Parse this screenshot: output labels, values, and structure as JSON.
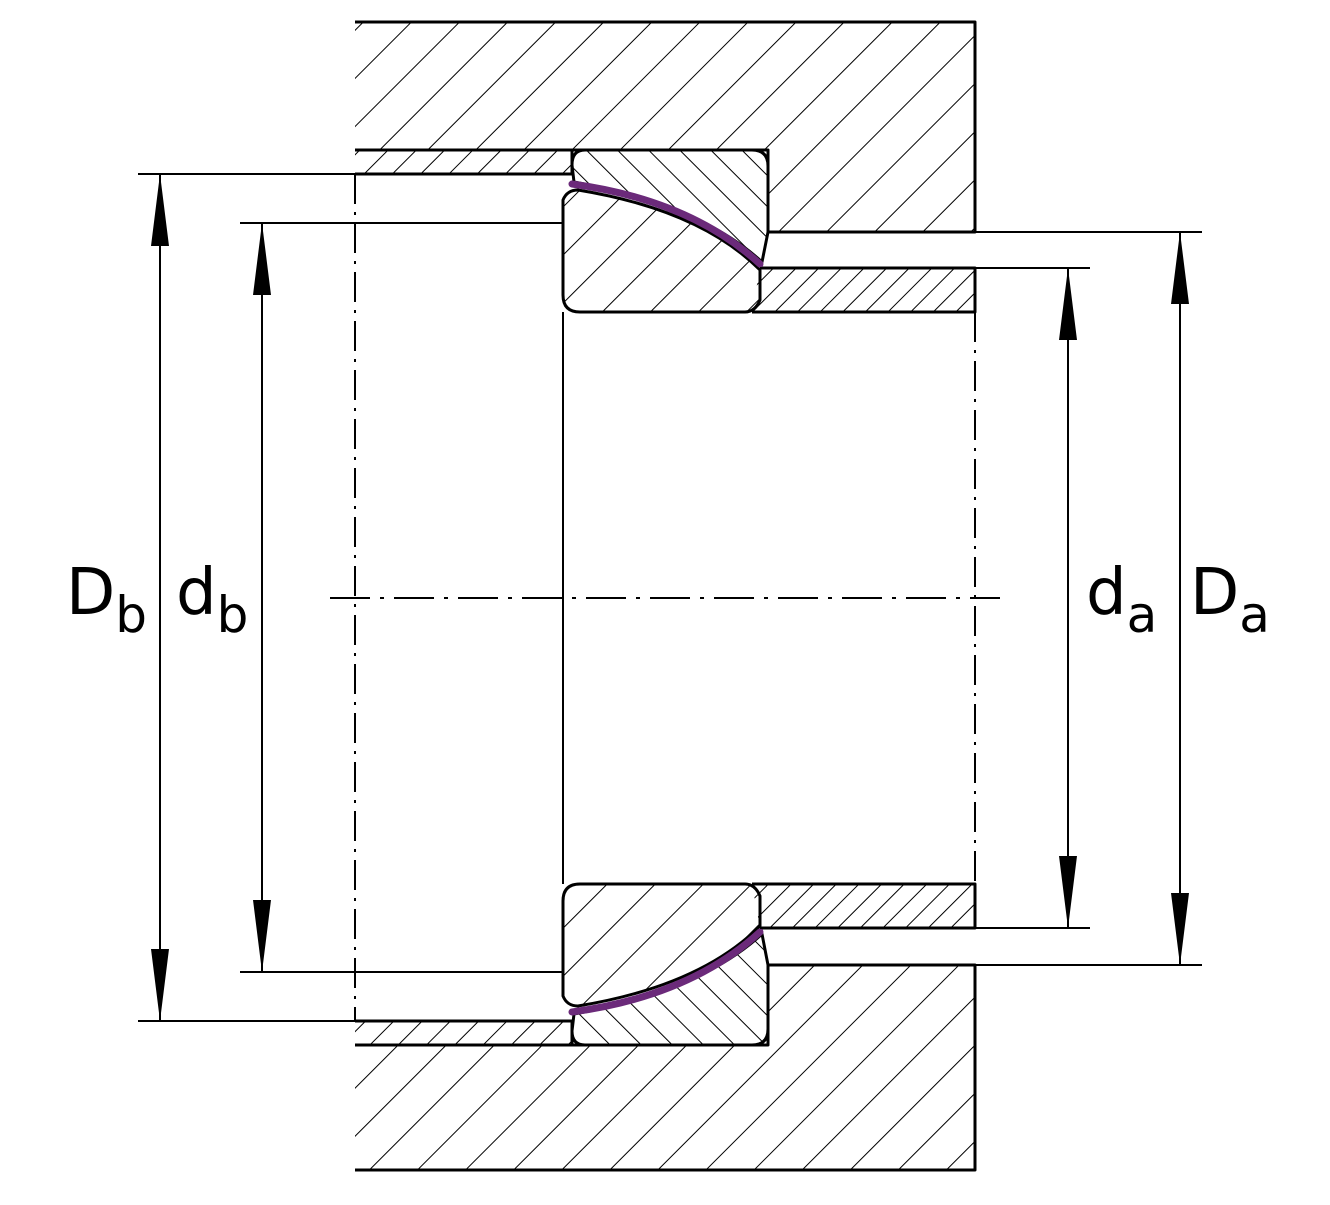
{
  "labels": {
    "Db": {
      "main": "D",
      "sub": "b"
    },
    "db": {
      "main": "d",
      "sub": "b"
    },
    "da": {
      "main": "d",
      "sub": "a"
    },
    "Da": {
      "main": "D",
      "sub": "a"
    }
  },
  "colors": {
    "line": "#000000",
    "sliding_layer": "#6b2a7a",
    "background": "#ffffff"
  }
}
